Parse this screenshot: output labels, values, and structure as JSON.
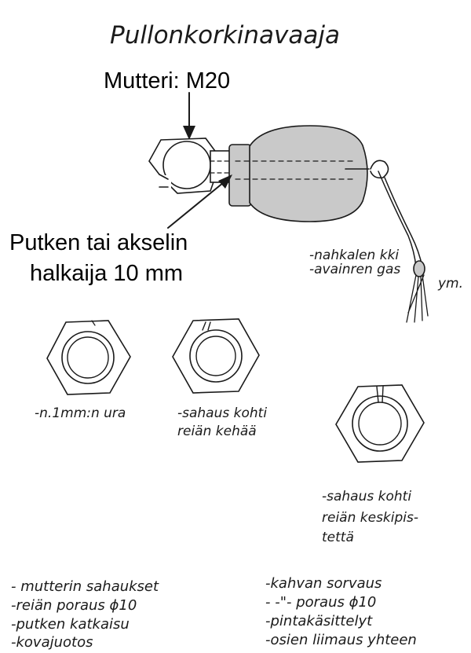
{
  "title": "Pullonkorkinavaaja",
  "callouts": {
    "nut": "Mutteri: M20",
    "pipe_line1": "Putken tai akselin",
    "pipe_line2": "halkaija 10 mm"
  },
  "cord_notes": {
    "line1": "-nahkalen kki",
    "line2": "-avainren gas",
    "line3": "ym."
  },
  "nut_notes": {
    "groove": "-n.1mm:n ura",
    "saw_edge_1": "-sahaus kohti",
    "saw_edge_2": "reiän kehää",
    "saw_center_1": "-sahaus kohti",
    "saw_center_2": "reiän keskipis-",
    "saw_center_3": "tettä"
  },
  "steps_left": [
    "- mutterin sahaukset",
    "-reiän poraus  ϕ10",
    "-putken katkaisu",
    "-kovajuotos"
  ],
  "steps_right": [
    "-kahvan sorvaus",
    "-  -\"-  poraus  ϕ10",
    "-pintakäsittelyt",
    "-osien liimaus yhteen"
  ]
}
